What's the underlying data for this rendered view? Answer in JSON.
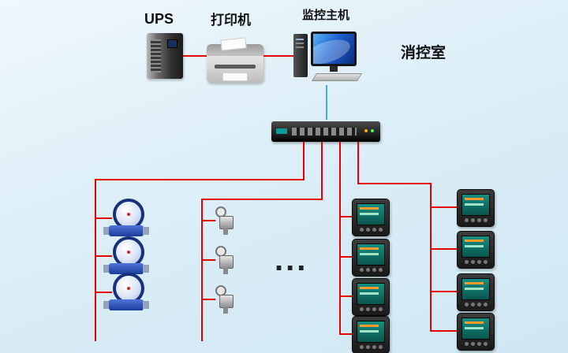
{
  "labels": {
    "ups": "UPS",
    "printer": "打印机",
    "host": "监控主机",
    "room": "消控室",
    "ellipsis": "..."
  },
  "colors": {
    "cable": "#e60000",
    "uplink_cable": "#4da7e0",
    "background_top": "#eef8fd",
    "background_bottom": "#cfe8f4"
  },
  "counts": {
    "water_meters": 3,
    "valve_devices": 3,
    "power_meters_left_column": 4,
    "power_meters_right_column": 4
  }
}
